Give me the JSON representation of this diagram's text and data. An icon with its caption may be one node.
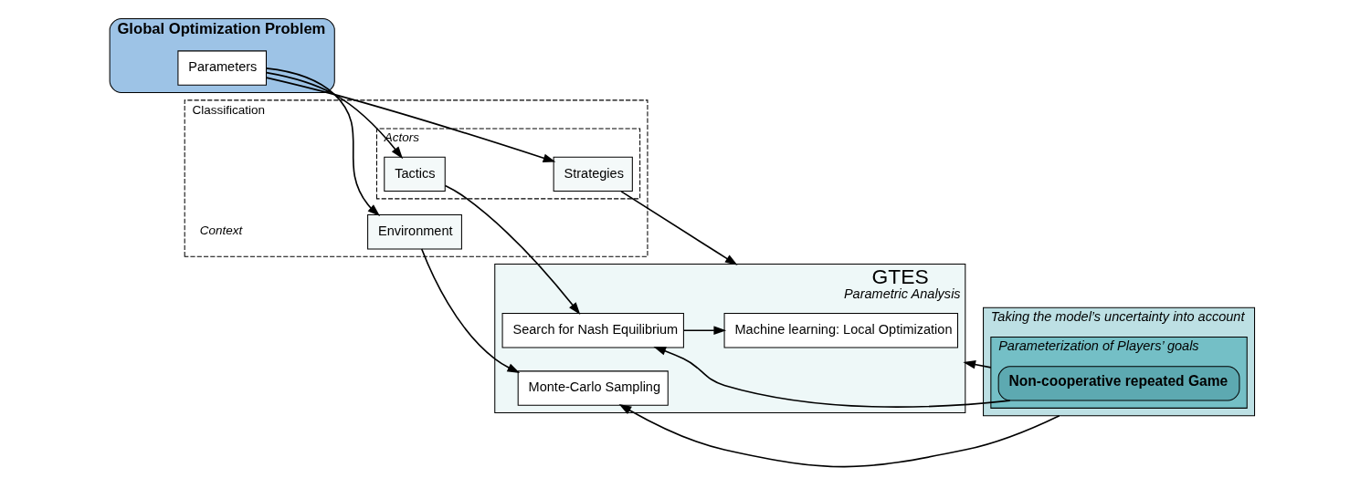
{
  "diagram": {
    "nodes": [
      {
        "text": [
          "Global Optimization Problem"
        ]
      },
      {
        "text": [
          "Parameters"
        ],
        "in": 0
      },
      {
        "text": [
          "Classification"
        ]
      },
      {
        "text": [
          "Actors"
        ],
        "in": 2
      },
      {
        "text": [
          "Strategies"
        ],
        "in": 3
      },
      {
        "text": [
          "Tactics"
        ],
        "in": 3
      },
      {
        "text": [
          "Environment"
        ],
        "in": 2
      },
      {
        "text": [
          "GTES",
          "Parametric Analysis"
        ]
      },
      {
        "text": [
          "Machine learning: Local Optimization"
        ],
        "in": 7
      },
      {
        "text": [
          "Search for Nash Equilibrium"
        ],
        "in": 7
      },
      {
        "text": [
          "Monte-Carlo Sampling"
        ],
        "in": 7
      },
      {
        "text": [
          "Taking the model’s uncertainty into account"
        ]
      },
      {
        "text": [
          "Parameterization of Players’ goals"
        ],
        "in": 11
      },
      {
        "text": [
          "Non-cooperative repeated Game"
        ],
        "in": 12
      }
    ],
    "edges": [
      {
        "from": 1,
        "to": 4,
        "arrow": "to"
      },
      {
        "from": 1,
        "to": 5,
        "arrow": "to"
      },
      {
        "from": 1,
        "to": 6,
        "arrow": "to"
      },
      {
        "from": 4,
        "to": 7,
        "arrow": "to"
      },
      {
        "from": 5,
        "to": 9,
        "arrow": "to"
      },
      {
        "from": 6,
        "to": 10,
        "arrow": "to"
      },
      {
        "from": 9,
        "to": 8,
        "arrow": "to"
      },
      {
        "from": 12,
        "to": 7,
        "arrow": "to"
      },
      {
        "from": 13,
        "to": 9,
        "arrow": "to"
      },
      {
        "from": 11,
        "to": 10,
        "arrow": "to"
      }
    ],
    "labels": [
      "Context"
    ]
  }
}
